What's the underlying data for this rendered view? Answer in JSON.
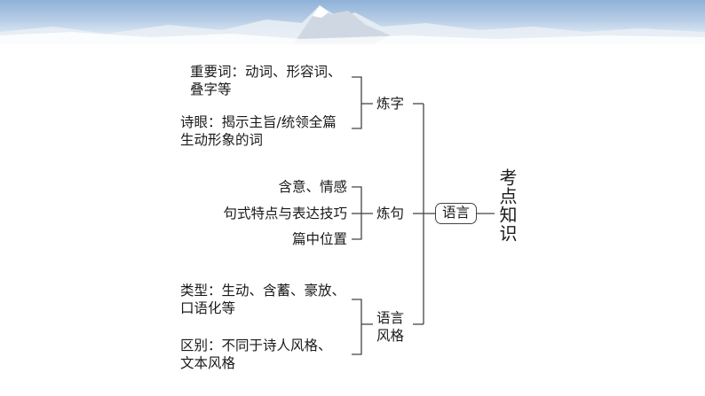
{
  "root": {
    "label": "考点知识"
  },
  "center": {
    "label": "语言"
  },
  "branches": [
    {
      "label": "炼字",
      "items": [
        {
          "lines": [
            "重要词：动词、形容词、",
            "叠字等"
          ]
        },
        {
          "lines": [
            "诗眼：揭示主旨/统领全篇",
            "生动形象的词"
          ]
        }
      ]
    },
    {
      "label": "炼句",
      "items": [
        {
          "lines": [
            "含意、情感"
          ]
        },
        {
          "lines": [
            "句式特点与表达技巧"
          ]
        },
        {
          "lines": [
            "篇中位置"
          ]
        }
      ]
    },
    {
      "label_lines": [
        "语言",
        "风格"
      ],
      "items": [
        {
          "lines": [
            "类型：生动、含蓄、豪放、",
            "口语化等"
          ]
        },
        {
          "lines": [
            "区别：不同于诗人风格、",
            "文本风格"
          ]
        }
      ]
    }
  ],
  "colors": {
    "line": "#444444",
    "text": "#1a1a1a",
    "sky": "#8fb1d8"
  }
}
